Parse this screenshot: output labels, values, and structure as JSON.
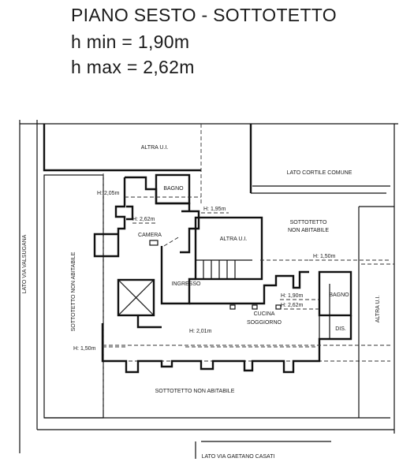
{
  "header": {
    "title": "PIANO SESTO - SOTTOTETTO",
    "h_min": "h min = 1,90m",
    "h_max": "h max = 2,62m"
  },
  "plan": {
    "rooms": {
      "altra_ui_top": "ALTRA U.I.",
      "bagno_1": "BAGNO",
      "camera": "CAMERA",
      "altra_ui_center": "ALTRA U.I.",
      "ingresso": "INGRESSO",
      "cucina": "CUCINA",
      "soggiorno": "SOGGIORNO",
      "bagno_2": "BAGNO",
      "dis": "DIS.",
      "sottotetto_top_line1": "SOTTOTETTO",
      "sottotetto_top_line2": "NON ABITABILE",
      "sottotetto_left": "SOTTOTETTO NON ABITABILE",
      "sottotetto_bottom": "SOTTOTETTO NON ABITABILE",
      "altra_ui_right": "ALTRA U.I."
    },
    "heights": {
      "h205": "H: 2,05m",
      "h262_camera": "H: 2,62m",
      "h195": "H: 1,95m",
      "h150_right": "H: 1,50m",
      "h190": "H: 1,90m",
      "h262_right": "H: 2,62m",
      "h201": "H: 2,01m",
      "h150_left": "H: 1,50m"
    },
    "sides": {
      "cortile": "LATO CORTILE COMUNE",
      "valsugana": "LATO VIA VALSUGANA",
      "casati": "LATO VIA GAETANO CASATI"
    }
  },
  "colors": {
    "line": "#111111",
    "text": "#1a1a1a",
    "background": "#ffffff"
  }
}
